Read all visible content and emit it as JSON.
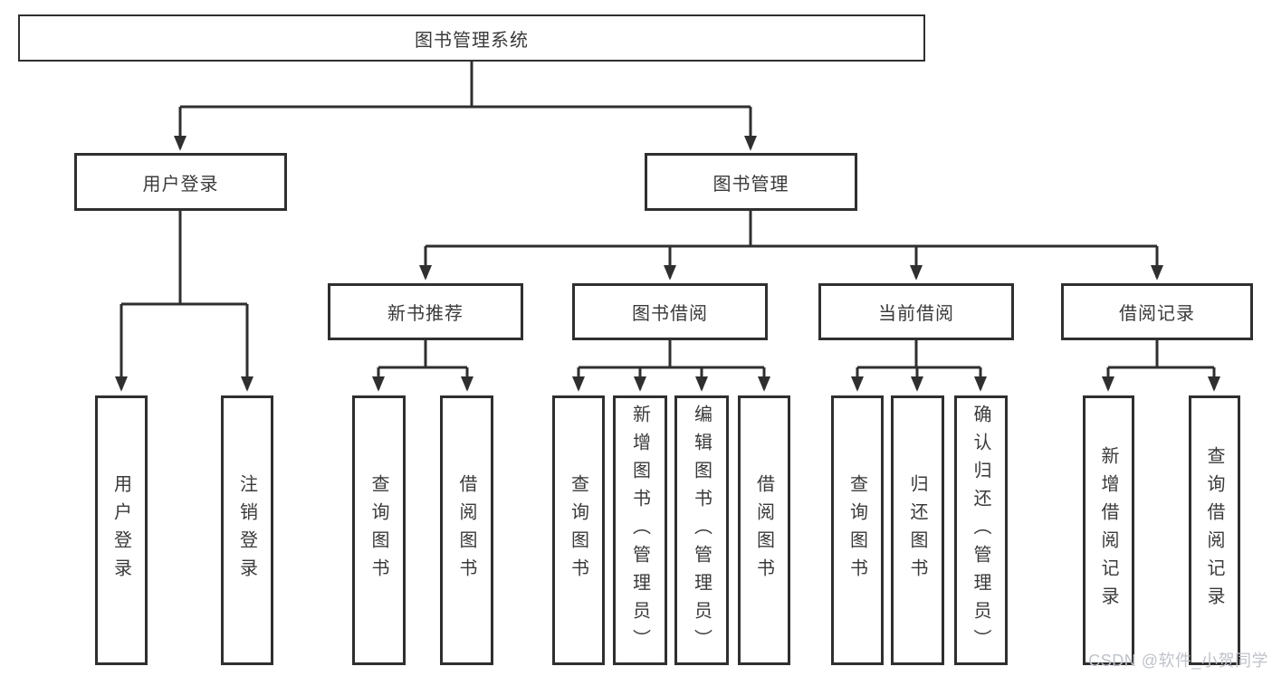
{
  "tree": {
    "root": {
      "label": "图书管理系统",
      "children": [
        {
          "label": "用户登录",
          "children": [
            {
              "label": "用户登录"
            },
            {
              "label": "注销登录"
            }
          ]
        },
        {
          "label": "图书管理",
          "children": [
            {
              "label": "新书推荐",
              "children": [
                {
                  "label": "查询图书"
                },
                {
                  "label": "借阅图书"
                }
              ]
            },
            {
              "label": "图书借阅",
              "children": [
                {
                  "label": "查询图书"
                },
                {
                  "label": "新增图书（管理员）"
                },
                {
                  "label": "编辑图书（管理员）"
                },
                {
                  "label": "借阅图书"
                }
              ]
            },
            {
              "label": "当前借阅",
              "children": [
                {
                  "label": "查询图书"
                },
                {
                  "label": "归还图书"
                },
                {
                  "label": "确认归还（管理员）"
                }
              ]
            },
            {
              "label": "借阅记录",
              "children": [
                {
                  "label": "新增借阅记录"
                },
                {
                  "label": "查询借阅记录"
                }
              ]
            }
          ]
        }
      ]
    }
  },
  "watermark": {
    "text": "CSDN @软件_小贺同学"
  },
  "colors": {
    "line": "#2f2f2f",
    "box_border": "#2f2f2f",
    "text": "#3a3a3a",
    "watermark": "#bfc3ca",
    "background": "#ffffff"
  }
}
